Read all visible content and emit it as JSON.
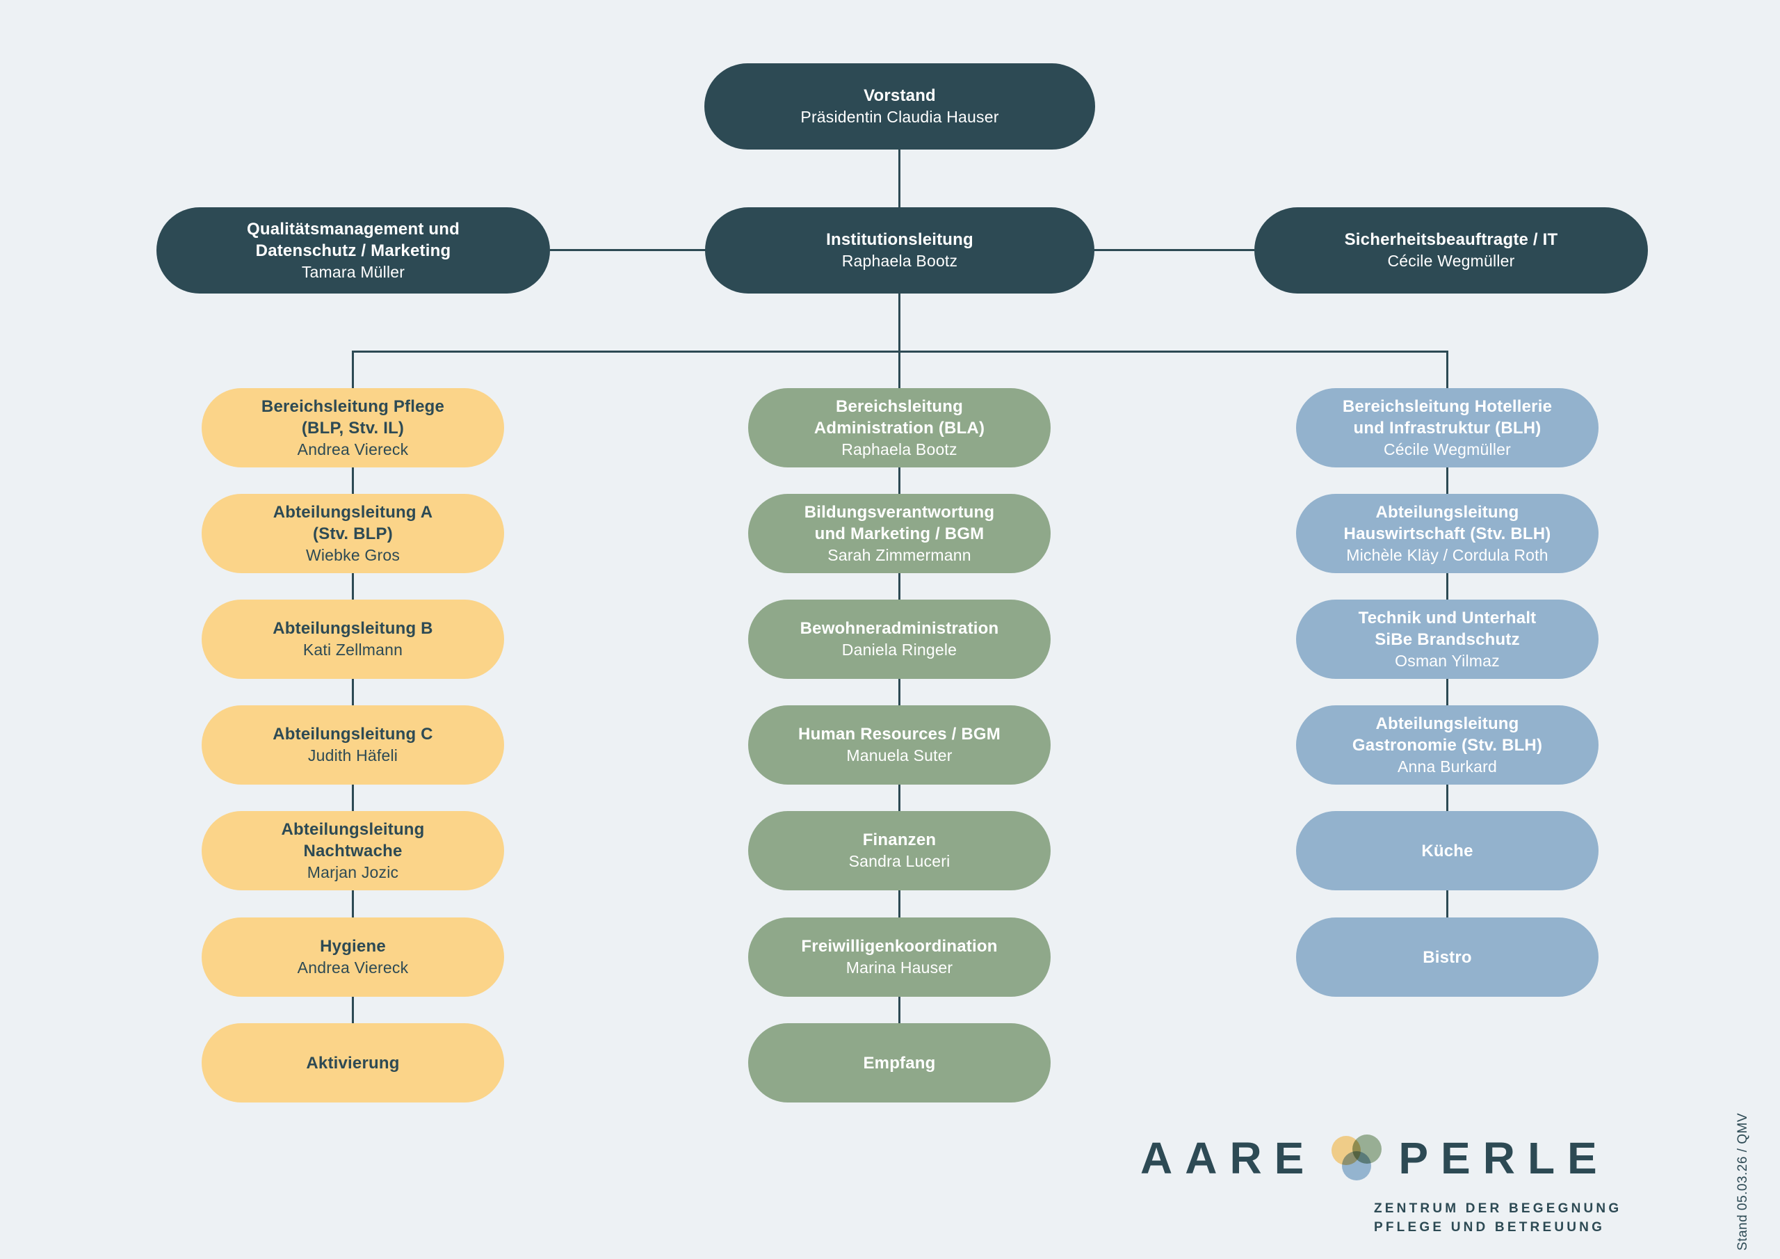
{
  "meta": {
    "stand_note": "Stand 05.03.26 / QMV"
  },
  "colors": {
    "background": "#edf1f4",
    "dark_teal": "#2d4a54",
    "yellow": "#fbd489",
    "green": "#8fa88a",
    "blue": "#93b2cd",
    "logo_circle_yellow": "#f0c982",
    "logo_circle_green": "#94aa8e",
    "logo_circle_blue": "#8fb0cd"
  },
  "top": {
    "vorstand": {
      "title": "Vorstand",
      "name": "Präsidentin Claudia Hauser"
    },
    "level2": [
      {
        "title": "Qualitätsmanagement und\nDatenschutz / Marketing",
        "name": "Tamara Müller"
      },
      {
        "title": "Institutionsleitung",
        "name": "Raphaela Bootz"
      },
      {
        "title": "Sicherheitsbeauftragte / IT",
        "name": "Cécile Wegmüller"
      }
    ]
  },
  "columns": [
    {
      "id": "pflege",
      "color": "#fbd489",
      "boxes": [
        {
          "title": "Bereichsleitung Pflege\n(BLP, Stv. IL)",
          "name": "Andrea Viereck"
        },
        {
          "title": "Abteilungsleitung A\n(Stv. BLP)",
          "name": "Wiebke Gros"
        },
        {
          "title": "Abteilungsleitung B",
          "name": "Kati Zellmann"
        },
        {
          "title": "Abteilungsleitung C",
          "name": "Judith Häfeli"
        },
        {
          "title": "Abteilungsleitung\nNachtwache",
          "name": "Marjan Jozic"
        },
        {
          "title": "Hygiene",
          "name": "Andrea Viereck"
        },
        {
          "title": "Aktivierung",
          "name": ""
        }
      ]
    },
    {
      "id": "administration",
      "color": "#8fa88a",
      "boxes": [
        {
          "title": "Bereichsleitung\nAdministration (BLA)",
          "name": "Raphaela Bootz"
        },
        {
          "title": "Bildungsverantwortung\nund Marketing / BGM",
          "name": "Sarah Zimmermann"
        },
        {
          "title": "Bewohneradministration",
          "name": "Daniela Ringele"
        },
        {
          "title": "Human Resources / BGM",
          "name": "Manuela Suter"
        },
        {
          "title": "Finanzen",
          "name": "Sandra Luceri"
        },
        {
          "title": "Freiwilligenkoordination",
          "name": "Marina Hauser"
        },
        {
          "title": "Empfang",
          "name": ""
        }
      ]
    },
    {
      "id": "hotellerie",
      "color": "#93b2cd",
      "boxes": [
        {
          "title": "Bereichsleitung Hotellerie\nund Infrastruktur (BLH)",
          "name": "Cécile Wegmüller"
        },
        {
          "title": "Abteilungsleitung\nHauswirtschaft (Stv. BLH)",
          "name": "Michèle Kläy / Cordula Roth"
        },
        {
          "title": "Technik und Unterhalt\nSiBe Brandschutz",
          "name": "Osman Yilmaz"
        },
        {
          "title": "Abteilungsleitung\nGastronomie (Stv. BLH)",
          "name": "Anna Burkard"
        },
        {
          "title": "Küche",
          "name": ""
        },
        {
          "title": "Bistro",
          "name": ""
        }
      ]
    }
  ],
  "logo": {
    "word1": "AARE",
    "word2": "PERLE",
    "tagline": "ZENTRUM DER BEGEGNUNG\nPFLEGE UND BETREUUNG"
  }
}
